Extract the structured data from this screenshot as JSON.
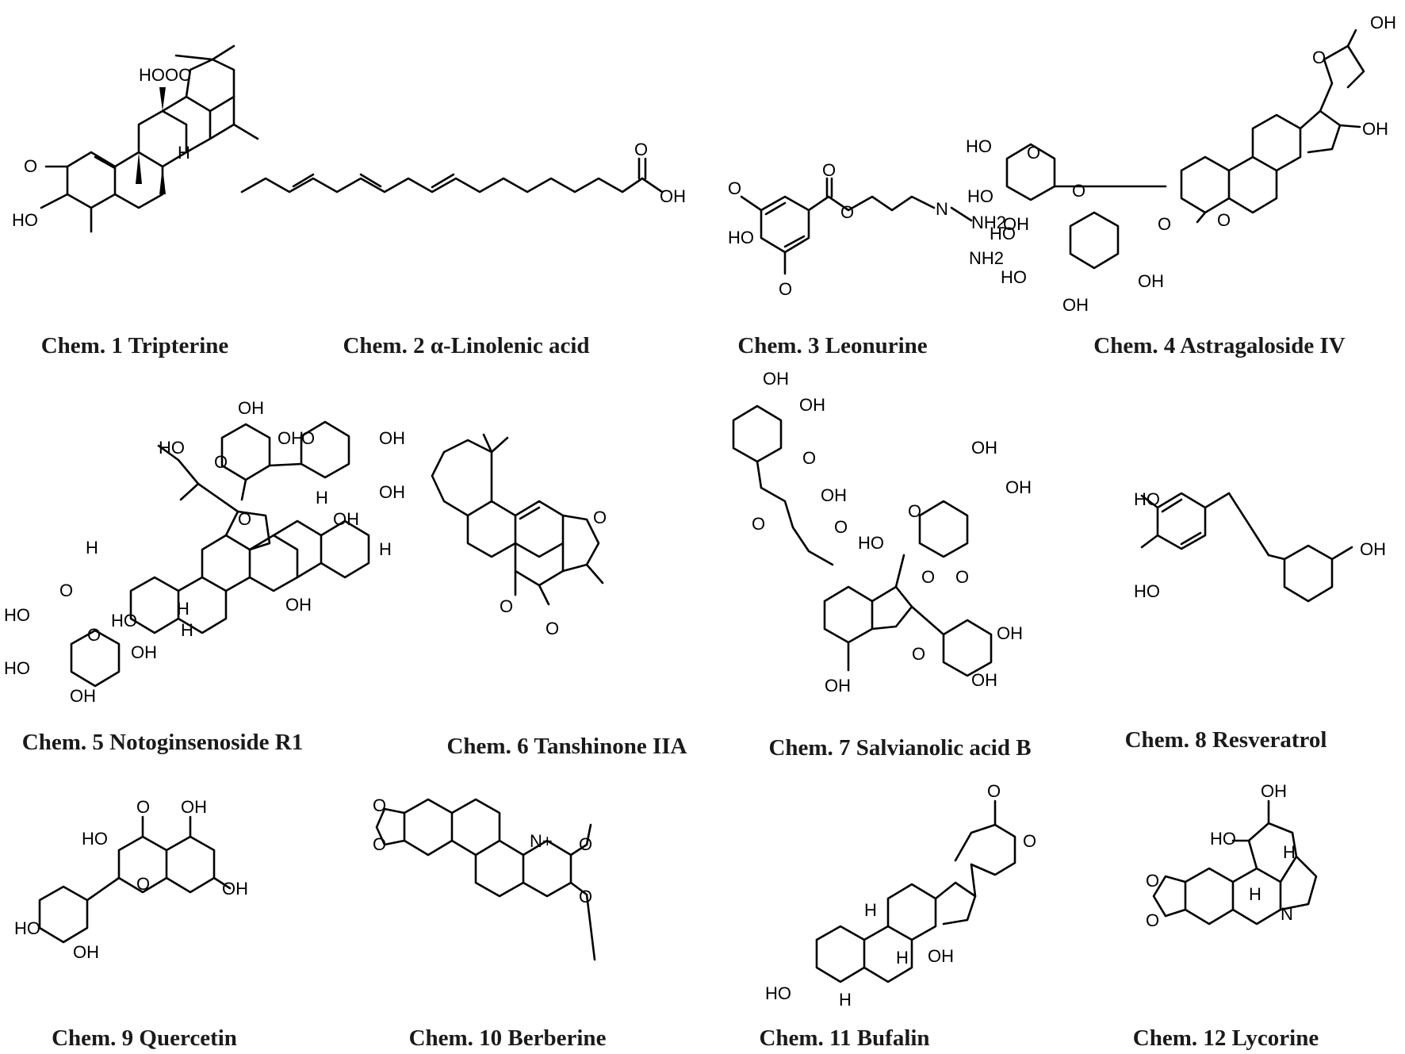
{
  "compounds": [
    {
      "number": "Chem. 1",
      "name": "Tripterine"
    },
    {
      "number": "Chem. 2",
      "name": "α-Linolenic acid"
    },
    {
      "number": "Chem. 3",
      "name": "Leonurine"
    },
    {
      "number": "Chem. 4",
      "name": "Astragaloside IV"
    },
    {
      "number": "Chem. 5",
      "name": "Notoginsenoside R1"
    },
    {
      "number": "Chem. 6",
      "name": "Tanshinone IIA"
    },
    {
      "number": "Chem. 7",
      "name": "Salvianolic acid B"
    },
    {
      "number": "Chem. 8",
      "name": "Resveratrol"
    },
    {
      "number": "Chem. 9",
      "name": "Quercetin"
    },
    {
      "number": "Chem. 10",
      "name": "Berberine"
    },
    {
      "number": "Chem. 11",
      "name": "Bufalin"
    },
    {
      "number": "Chem. 12",
      "name": "Lycorine"
    }
  ],
  "atom_labels": {
    "tripterine": [
      "HOOC",
      "O",
      "HO",
      "H"
    ],
    "linolenic": [
      "O",
      "OH"
    ],
    "leonurine": [
      "O",
      "O",
      "HO",
      "O",
      "O",
      "N",
      "NH2",
      "NH2"
    ],
    "astragaloside": [
      "OH",
      "O",
      "OH",
      "HO",
      "O",
      "HO",
      "OH",
      "O",
      "O",
      "HO",
      "O",
      "HO",
      "OH",
      "OH",
      "OH"
    ],
    "notoginsenoside": [
      "OH",
      "HO",
      "O",
      "OH",
      "O",
      "OH",
      "OH",
      "OH",
      "H",
      "O",
      "H",
      "H",
      "H",
      "O",
      "HO",
      "O",
      "HO",
      "OH",
      "OH",
      "HO",
      "OH",
      "H"
    ],
    "tanshinone": [
      "O",
      "O",
      "O"
    ],
    "salvianolic": [
      "OH",
      "OH",
      "O",
      "OH",
      "O",
      "O",
      "OH",
      "OH",
      "HO",
      "O",
      "O",
      "O",
      "O",
      "OH",
      "OH",
      "O",
      "OH"
    ],
    "resveratrol": [
      "HO",
      "HO",
      "OH"
    ],
    "quercetin": [
      "O",
      "OH",
      "HO",
      "O",
      "OH",
      "HO",
      "OH"
    ],
    "berberine": [
      "O",
      "O",
      "N+",
      "O",
      "O"
    ],
    "bufalin": [
      "O",
      "O",
      "HO",
      "OH",
      "H",
      "H",
      "H"
    ],
    "lycorine": [
      "OH",
      "HO",
      "O",
      "O",
      "H",
      "H",
      "N"
    ]
  }
}
